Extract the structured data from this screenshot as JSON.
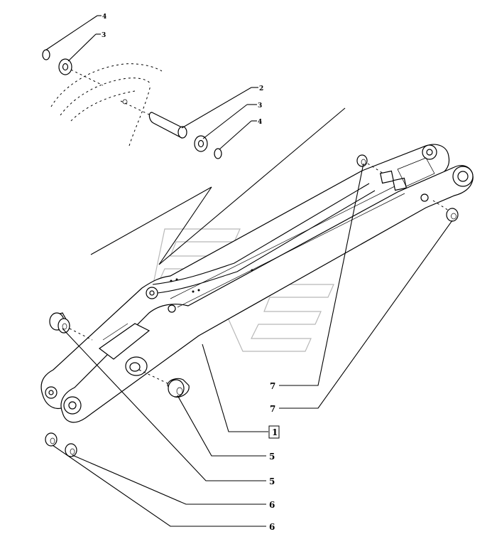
{
  "diagram": {
    "callouts": [
      {
        "id": "c4a",
        "label": "4"
      },
      {
        "id": "c3a",
        "label": "3"
      },
      {
        "id": "c2",
        "label": "2"
      },
      {
        "id": "c3b",
        "label": "3"
      },
      {
        "id": "c4b",
        "label": "4"
      },
      {
        "id": "c7a",
        "label": "7"
      },
      {
        "id": "c7b",
        "label": "7"
      },
      {
        "id": "c1",
        "label": "1"
      },
      {
        "id": "c5a",
        "label": "5"
      },
      {
        "id": "c5b",
        "label": "5"
      },
      {
        "id": "c6a",
        "label": "6"
      },
      {
        "id": "c6b",
        "label": "6"
      }
    ]
  }
}
